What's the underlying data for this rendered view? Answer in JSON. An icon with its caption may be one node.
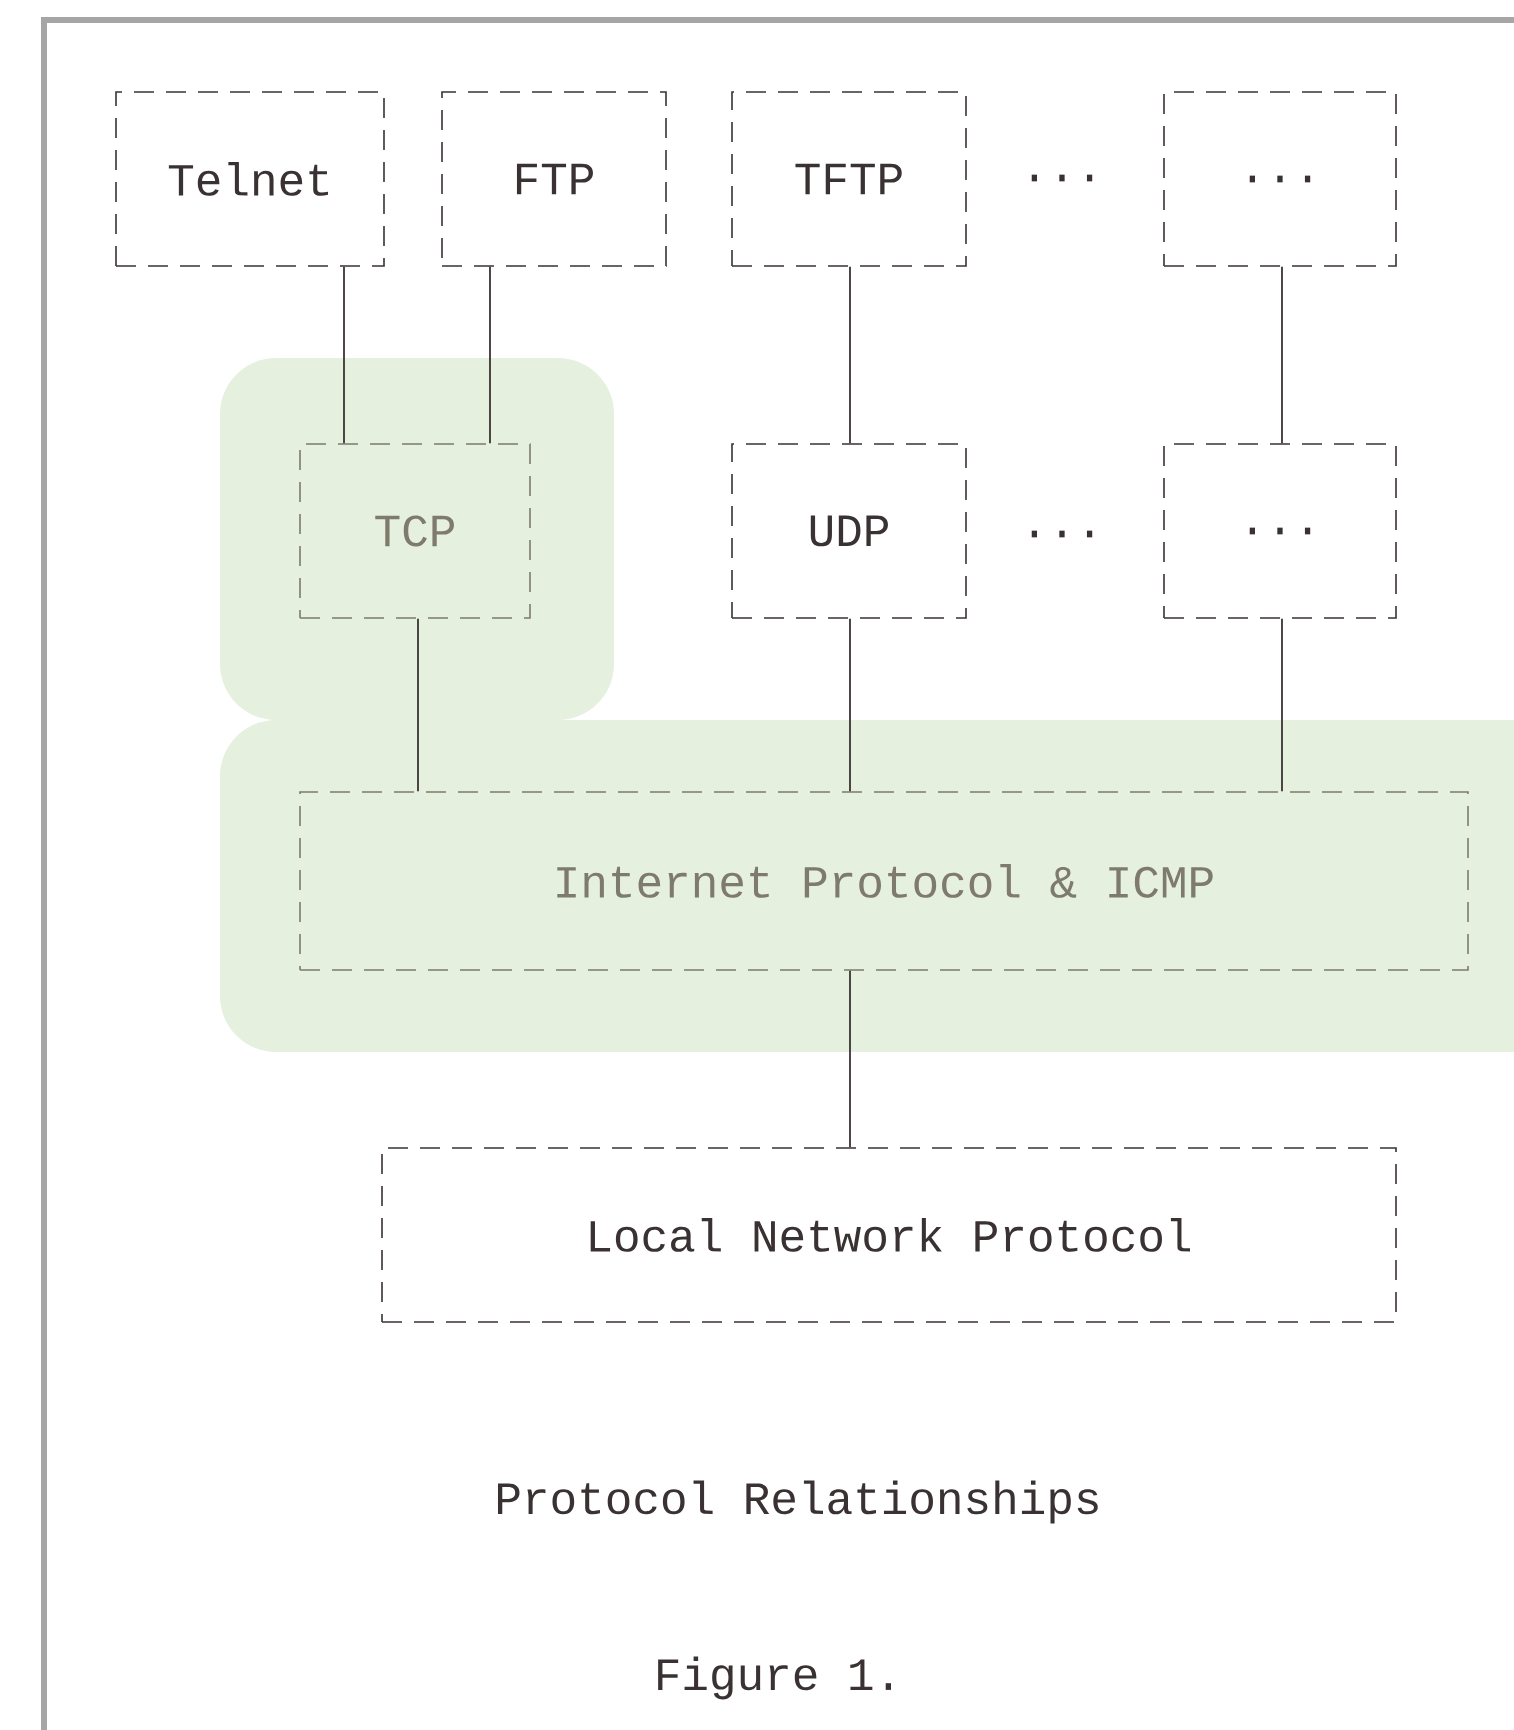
{
  "diagram": {
    "caption": "Protocol Relationships",
    "nodes": [
      {
        "text": [
          "Telnet"
        ]
      },
      {
        "text": [
          "FTP"
        ]
      },
      {
        "text": [
          "TFTP"
        ]
      },
      {
        "text": [
          "..."
        ]
      },
      {
        "text": [
          "TCP"
        ]
      },
      {
        "text": [
          "UDP"
        ]
      },
      {
        "text": [
          "..."
        ]
      },
      {
        "text": [
          "Internet Protocol & ICMP"
        ]
      },
      {
        "text": [
          "Local Network Protocol"
        ]
      }
    ],
    "edges": [
      {
        "from": 0,
        "to": 4,
        "arrow": "none"
      },
      {
        "from": 1,
        "to": 4,
        "arrow": "none"
      },
      {
        "from": 2,
        "to": 5,
        "arrow": "none"
      },
      {
        "from": 3,
        "to": 6,
        "arrow": "none"
      },
      {
        "from": 4,
        "to": 7,
        "arrow": "none"
      },
      {
        "from": 5,
        "to": 7,
        "arrow": "none"
      },
      {
        "from": 6,
        "to": 7,
        "arrow": "none"
      },
      {
        "from": 7,
        "to": 8,
        "arrow": "none"
      }
    ],
    "labels": [
      "...",
      "...",
      "Figure 1."
    ]
  }
}
